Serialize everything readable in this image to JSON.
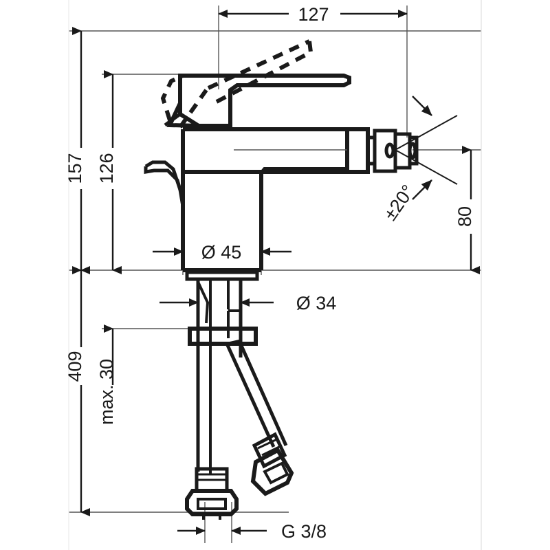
{
  "drawing": {
    "title": "Bidet mixer technical dimension drawing",
    "type": "technical-line-drawing",
    "line_color": "#1a1a1a",
    "thin_line_color": "#3a3a3a",
    "background": "#ffffff"
  },
  "dimensions": {
    "width_127": "127",
    "height_157": "157",
    "height_126": "126",
    "diameter_45": "Ø 45",
    "diameter_34": "Ø 34",
    "angle_20": "±20°",
    "height_80": "80",
    "length_409": "409",
    "max_30": "max. 30",
    "thread_g38": "G 3/8"
  }
}
